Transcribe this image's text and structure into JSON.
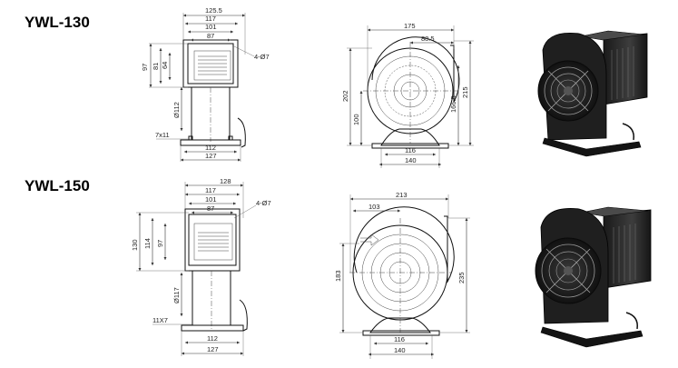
{
  "models": [
    {
      "name": "YWL-130",
      "side": {
        "widths": [
          "125.5",
          "117",
          "101",
          "87"
        ],
        "hole": "4-Ø7",
        "heights": [
          "97",
          "81",
          "64"
        ],
        "bore": "Ø112",
        "slot": "7x11",
        "base": [
          "112",
          "127"
        ]
      },
      "front": {
        "top": [
          "175",
          "88.5"
        ],
        "left": [
          "202",
          "100"
        ],
        "right": [
          "215",
          "166.5"
        ],
        "base": [
          "116",
          "140"
        ]
      }
    },
    {
      "name": "YWL-150",
      "side": {
        "widths": [
          "128",
          "117",
          "101",
          "87"
        ],
        "hole": "4-Ø7",
        "heights": [
          "130",
          "114",
          "97"
        ],
        "bore": "Ø117",
        "slot": "11X7",
        "base": [
          "112",
          "127"
        ]
      },
      "front": {
        "top": [
          "213",
          "103"
        ],
        "left": [
          "183"
        ],
        "right": [
          "235"
        ],
        "base": [
          "116",
          "140"
        ]
      }
    }
  ],
  "colors": {
    "line": "#222222",
    "body": "#111111",
    "metal": "#2a2a2a",
    "guard": "#9a9a9a"
  }
}
